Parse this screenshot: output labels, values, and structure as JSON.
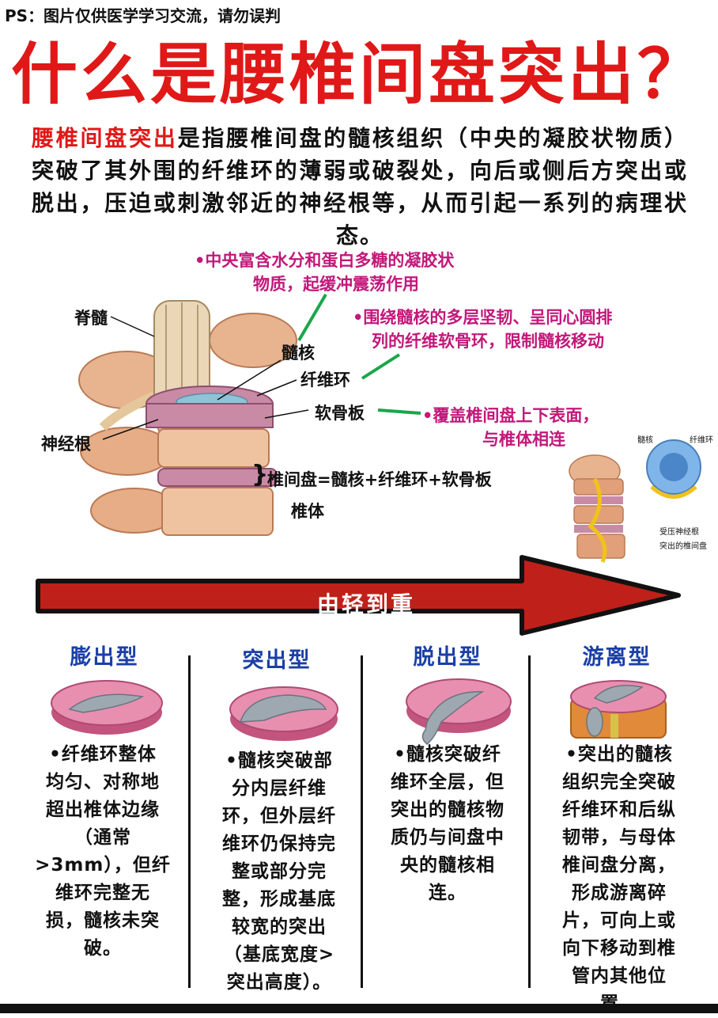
{
  "ps_note": "PS：图片仅供医学学习交流，请勿误判",
  "title": "什么是腰椎间盘突出？",
  "intro": {
    "highlight": "腰椎间盘突出",
    "text": "是指腰椎间盘的髓核组织（中央的凝胶状物质）突破了其外围的纤维环的薄弱或破裂处，向后或侧后方突出或脱出，压迫或刺激邻近的神经根等，从而引起一系列的病理状态。"
  },
  "anatomy": {
    "labels": {
      "spinal_cord": "脊髓",
      "nerve_root": "神经根",
      "nucleus": "髓核",
      "annulus": "纤维环",
      "endplate": "软骨板",
      "disc_formula": "椎间盘=髓核+纤维环+软骨板",
      "vertebra": "椎体"
    },
    "notes": {
      "nucleus_1": "•中央富含水分和蛋白多糖的凝胶状",
      "nucleus_2": "物质，起缓冲震荡作用",
      "annulus_1": "•围绕髓核的多层坚韧、呈同心圆排",
      "annulus_2": "列的纤维软骨环，限制髓核移动",
      "endplate_1": "•覆盖椎间盘上下表面，",
      "endplate_2": "与椎体相连"
    },
    "inset_labels": {
      "nucleus": "髓核",
      "annulus": "纤维环",
      "compressed_nerve": "受压神经根",
      "herniated_disc": "突出的椎间盘"
    }
  },
  "arrow_label": "由轻到重",
  "types": [
    {
      "name": "膨出型",
      "lines": [
        "•纤维环整体",
        "均匀、对称地",
        "超出椎体边缘",
        "（通常",
        ">3mm），但纤",
        "维环完整无",
        "损，髓核未突",
        "破。"
      ]
    },
    {
      "name": "突出型",
      "lines": [
        "•髓核突破部",
        "分内层纤维",
        "环，但外层纤",
        "维环仍保持完",
        "整或部分完",
        "整，形成基底",
        "较宽的突出",
        "（基底宽度>",
        "突出高度）。"
      ]
    },
    {
      "name": "脱出型",
      "lines": [
        "•髓核突破纤",
        "维环全层，但",
        "突出的髓核物",
        "质仍与间盘中",
        "央的髓核相",
        "连。"
      ]
    },
    {
      "name": "游离型",
      "lines": [
        "•突出的髓核",
        "组织完全突破",
        "纤维环和后纵",
        "韧带，与母体",
        "椎间盘分离，",
        "形成游离碎",
        "片，可向上或",
        "向下移动到椎",
        "管内其他位",
        "置。"
      ]
    }
  ],
  "colors": {
    "title_red": "#e01818",
    "note_magenta": "#c2187a",
    "type_blue": "#1a3fa6",
    "arrow_red": "#c0201a",
    "connector_green": "#1aa64a"
  }
}
